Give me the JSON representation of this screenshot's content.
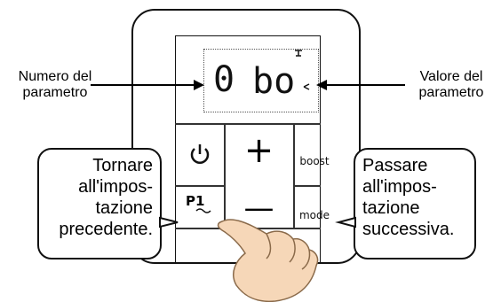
{
  "labels": {
    "param_number": "Numero del\nparametro",
    "param_value": "Valore del\nparametro"
  },
  "display": {
    "digit": "0",
    "value": "bo"
  },
  "buttons": {
    "boost": "boost",
    "mode": "mode",
    "p1": "P1",
    "plus": "+",
    "minus": "—"
  },
  "callouts": {
    "left": "Tornare\nall'impos-\ntazione\nprecedente.",
    "right": "Passare\nall'impos-\ntazione\nsuccessiva."
  },
  "icons": {
    "power": "power-icon",
    "tap": "tap-icon",
    "radiator": "radiator-icon",
    "hand": "pointing-hand"
  }
}
